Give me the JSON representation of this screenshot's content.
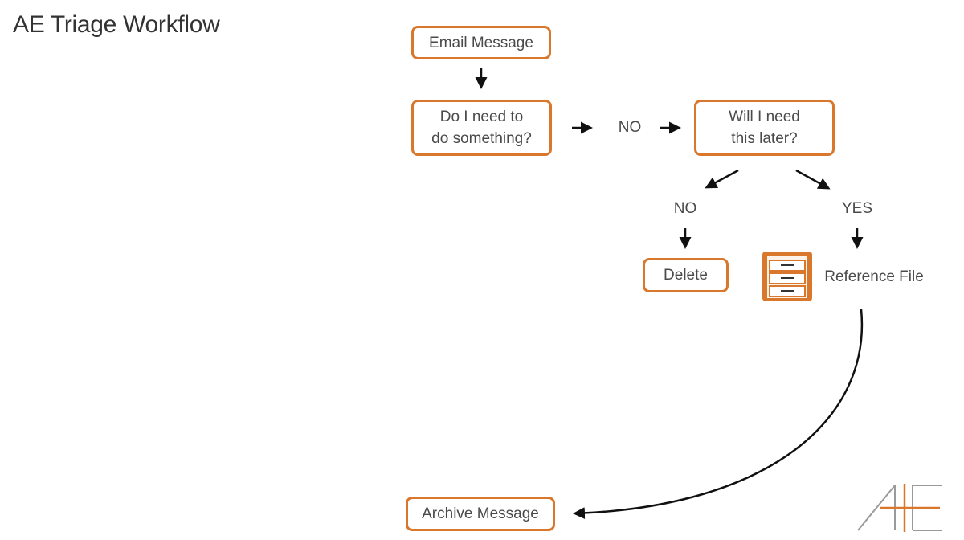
{
  "title": "AE Triage Workflow",
  "nodes": {
    "email_message": "Email Message",
    "do_something": "Do I need to\ndo something?",
    "need_later": "Will I need\nthis later?",
    "delete": "Delete",
    "reference_file": "Reference File",
    "archive_message": "Archive Message"
  },
  "edge_labels": {
    "no_first": "NO",
    "no_second": "NO",
    "yes": "YES"
  },
  "colors": {
    "accent": "#d9782d",
    "text": "#4a4a4a",
    "arrow": "#111111",
    "logo": "#9a9a9a"
  },
  "icons": {
    "file_cabinet": "file-cabinet-icon",
    "logo": "ae-logo"
  }
}
